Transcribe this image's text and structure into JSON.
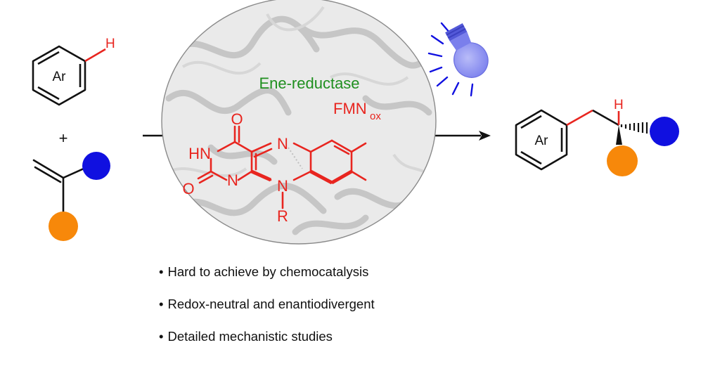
{
  "colors": {
    "ink": "#111111",
    "red": "#e8251f",
    "green": "#1f8f1f",
    "blue": "#1010e0",
    "orange": "#f7880a",
    "bulb": "#8e92f2",
    "enzyme_bg": "#e9e9e9"
  },
  "icons": {
    "light": "light-bulb-icon",
    "substituent_blue": "blue-circle-icon",
    "substituent_orange": "orange-circle-icon"
  },
  "reactant_arene": {
    "ring_label": "Ar",
    "h_label": "H"
  },
  "plus_sign": "+",
  "catalyst": {
    "name": "Ene-reductase",
    "cofactor": "FMN",
    "cofactor_sub": "ox",
    "atoms": {
      "o_top": "O",
      "hn": "HN",
      "o_left": "O",
      "n_ring": "N",
      "n_top": "N",
      "n_bottom": "N",
      "r": "R"
    }
  },
  "product": {
    "ring_label": "Ar",
    "h_label": "H"
  },
  "bullets": [
    "Hard to achieve by chemocatalysis",
    "Redox-neutral and enantiodivergent",
    "Detailed mechanistic studies"
  ]
}
